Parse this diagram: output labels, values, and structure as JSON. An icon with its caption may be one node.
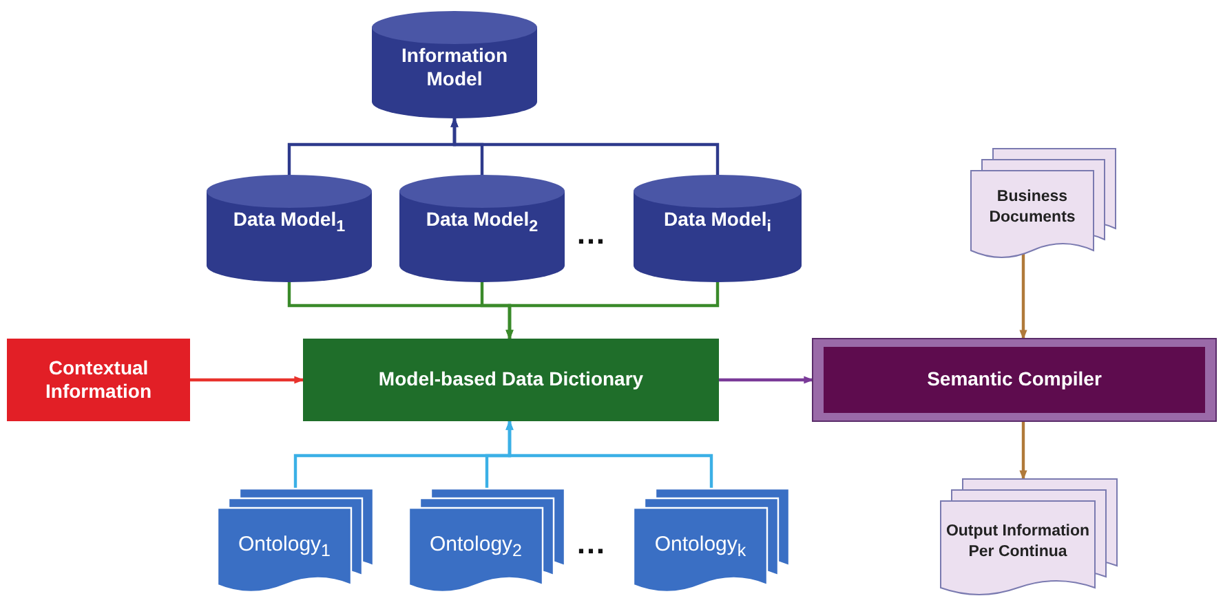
{
  "diagram": {
    "nodes": [
      {
        "text": [
          "Information Model"
        ]
      },
      {
        "text": [
          "Data Model$_{1}$"
        ]
      },
      {
        "text": [
          "Data Model$_{2}$"
        ]
      },
      {
        "text": [
          "Data Model$_{i}$"
        ]
      },
      {
        "text": [
          "Contextual Information"
        ]
      },
      {
        "text": [
          "Model-based Data Dictionary"
        ]
      },
      {
        "text": [
          "Semantic Compiler"
        ]
      },
      {
        "text": [
          "Business Documents"
        ]
      },
      {
        "text": [
          "Output Information Per Continua"
        ]
      },
      {
        "text": [
          "Ontology$_{1}$"
        ]
      },
      {
        "text": [
          "Ontology$_{2}$"
        ]
      },
      {
        "text": [
          "Ontology$_{k}$"
        ]
      }
    ],
    "edges": [
      {
        "from": 1,
        "to": 0,
        "arrow": "to",
        "color": "#2e3a8c"
      },
      {
        "from": 2,
        "to": 0,
        "arrow": "to",
        "color": "#2e3a8c"
      },
      {
        "from": 3,
        "to": 0,
        "arrow": "to",
        "color": "#2e3a8c"
      },
      {
        "from": 1,
        "to": 5,
        "arrow": "to",
        "color": "#3a8a2a"
      },
      {
        "from": 2,
        "to": 5,
        "arrow": "to",
        "color": "#3a8a2a"
      },
      {
        "from": 3,
        "to": 5,
        "arrow": "to",
        "color": "#3a8a2a"
      },
      {
        "from": 4,
        "to": 5,
        "arrow": "to",
        "color": "#e8322c"
      },
      {
        "from": 9,
        "to": 5,
        "arrow": "to",
        "color": "#3bb0e6"
      },
      {
        "from": 10,
        "to": 5,
        "arrow": "to",
        "color": "#3bb0e6"
      },
      {
        "from": 11,
        "to": 5,
        "arrow": "to",
        "color": "#3bb0e6"
      },
      {
        "from": 5,
        "to": 6,
        "arrow": "to",
        "color": "#7a3a98"
      },
      {
        "from": 7,
        "to": 6,
        "arrow": "to",
        "color": "#b07a3a"
      },
      {
        "from": 6,
        "to": 8,
        "arrow": "to",
        "color": "#b07a3a"
      }
    ],
    "labels": [
      "…",
      "…"
    ]
  }
}
